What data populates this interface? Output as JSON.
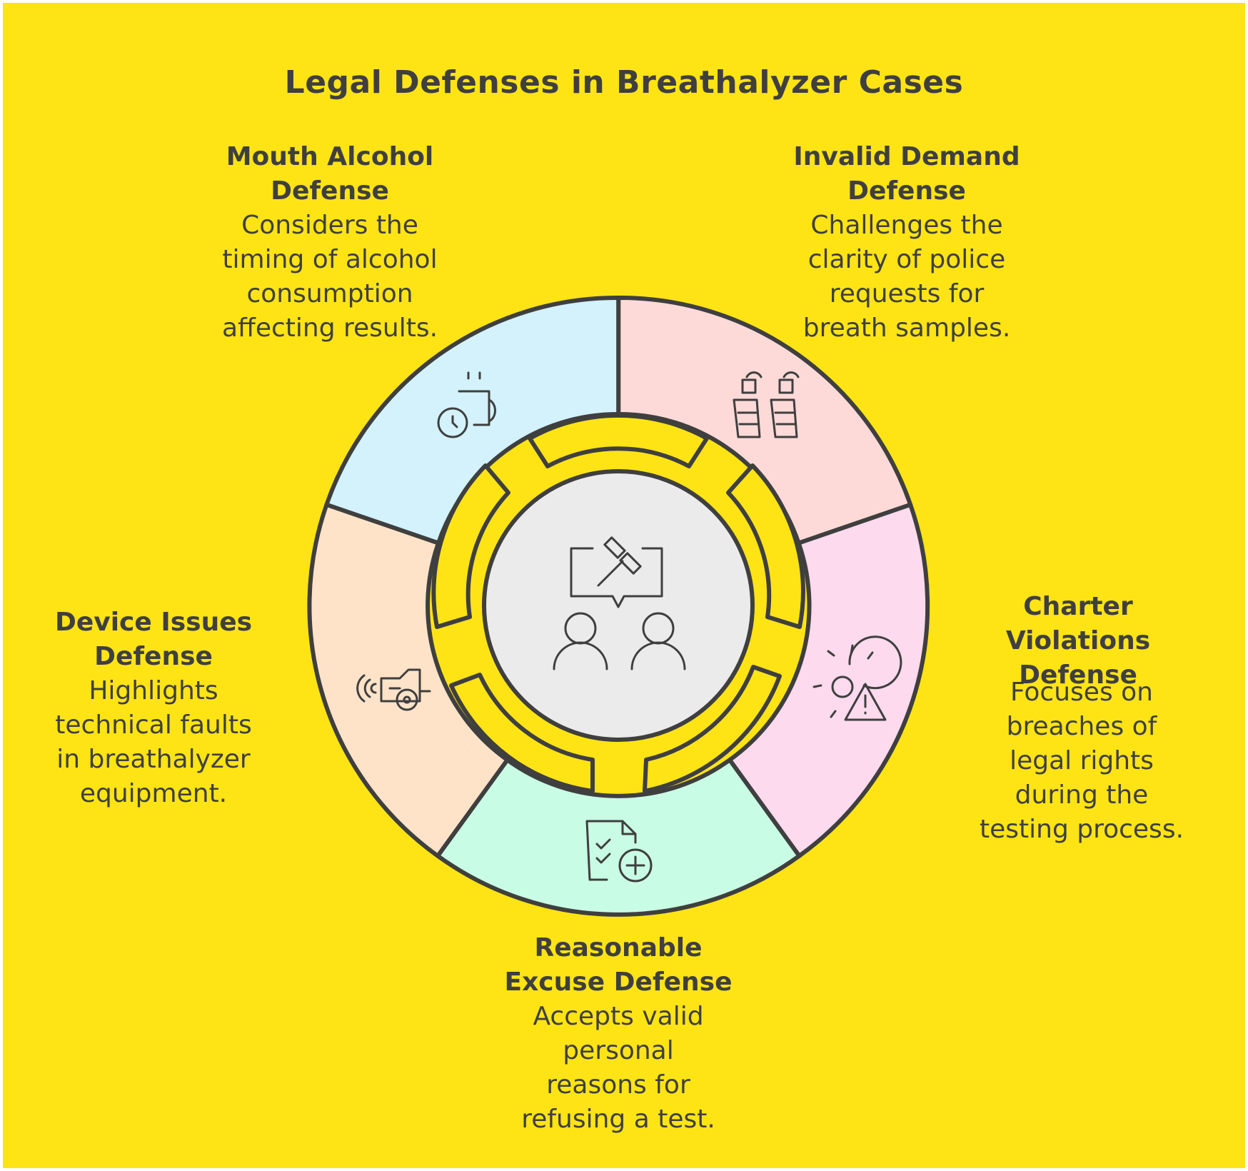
{
  "title": "Legal Defenses in Breathalyzer Cases",
  "center": {
    "icon": "legal-discussion-icon"
  },
  "segments": [
    {
      "id": "mouth-alcohol",
      "heading": "Mouth Alcohol Defense",
      "heading_lines": [
        "Mouth Alcohol",
        "Defense"
      ],
      "desc_lines": [
        "Considers the",
        "timing of alcohol",
        "consumption",
        "affecting results."
      ],
      "color": "#D3F2FB",
      "icon": "mug-timer-icon"
    },
    {
      "id": "invalid-demand",
      "heading": "Invalid Demand Defense",
      "heading_lines": [
        "Invalid Demand",
        "Defense"
      ],
      "desc_lines": [
        "Challenges the",
        "clarity of police",
        "requests for",
        "breath samples."
      ],
      "color": "#FDDAD8",
      "icon": "breath-samples-icon"
    },
    {
      "id": "charter-violations",
      "heading": "Charter Violations Defense",
      "heading_lines": [
        "Charter",
        "Violations",
        "Defense"
      ],
      "desc_lines": [
        "Focuses on",
        "breaches of",
        "legal rights",
        "during the",
        "testing process."
      ],
      "color": "#FDDAEE",
      "icon": "gear-warning-icon"
    },
    {
      "id": "reasonable-excuse",
      "heading": "Reasonable Excuse Defense",
      "heading_lines": [
        "Reasonable",
        "Excuse Defense"
      ],
      "desc_lines": [
        "Accepts valid",
        "personal",
        "reasons for",
        "refusing a test."
      ],
      "color": "#C9FCE4",
      "icon": "checklist-add-icon"
    },
    {
      "id": "device-issues",
      "heading": "Device Issues Defense",
      "heading_lines": [
        "Device Issues",
        "Defense"
      ],
      "desc_lines": [
        "Highlights",
        "technical faults",
        "in breathalyzer",
        "equipment."
      ],
      "color": "#FFE3C8",
      "icon": "breathalyzer-device-icon"
    }
  ],
  "colors": {
    "background": "#FFE415",
    "outline": "#3f3f3f",
    "center": "#EBEBEB",
    "text": "#3f3f3f"
  }
}
